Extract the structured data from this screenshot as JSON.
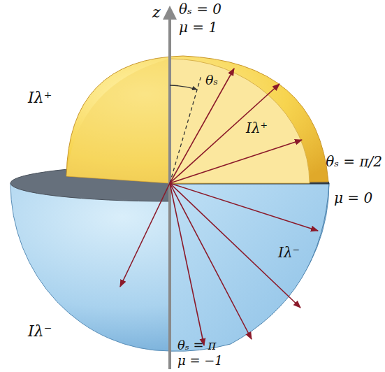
{
  "diagram": {
    "labels": [
      "z",
      "θₛ = 0",
      "μ = 1",
      "θₛ",
      "Iλ⁺",
      "Iλ⁺",
      "θₛ = π/2",
      "μ = 0",
      "Iλ⁻",
      "Iλ⁻",
      "θₛ = π",
      "μ = −1"
    ]
  }
}
